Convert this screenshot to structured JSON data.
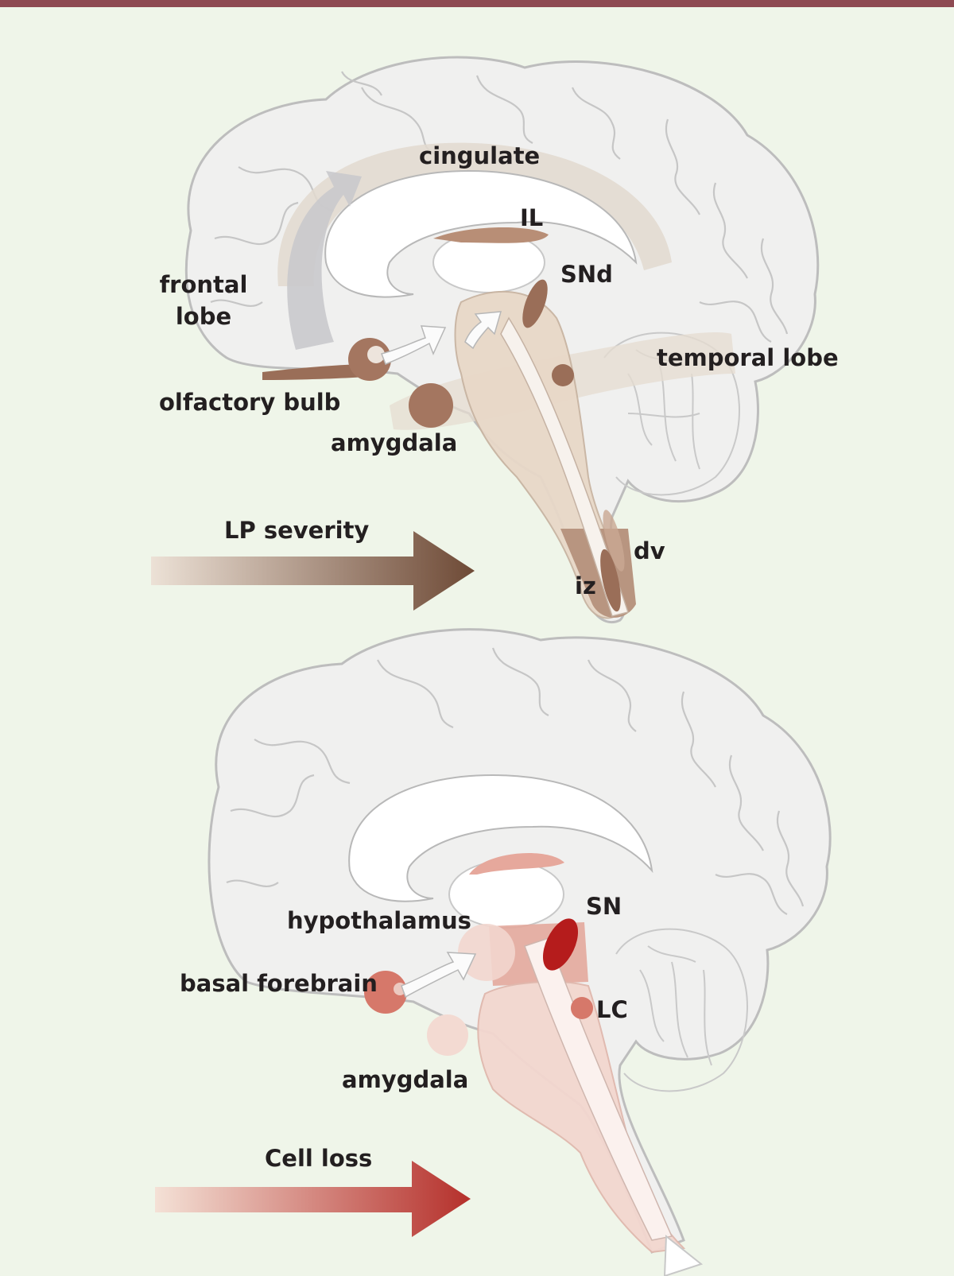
{
  "top_panel": {
    "labels": {
      "cingulate": "cingulate",
      "il": "IL",
      "snd": "SNd",
      "frontal_lobe_line1": "frontal",
      "frontal_lobe_line2": "lobe",
      "temporal_lobe": "temporal lobe",
      "olfactory_bulb": "olfactory bulb",
      "amygdala": "amygdala",
      "dv": "dv",
      "iz": "iz"
    },
    "gradient_arrow": {
      "label": "LP severity",
      "color_start": "#eadbd0",
      "color_end": "#6e4a36"
    }
  },
  "bottom_panel": {
    "labels": {
      "sn": "SN",
      "hypothalamus": "hypothalamus",
      "basal_forebrain": "basal forebrain",
      "lc": "LC",
      "amygdala": "amygdala"
    },
    "gradient_arrow": {
      "label": "Cell loss",
      "color_start": "#f3dcd2",
      "color_end": "#b5302b"
    }
  },
  "colors": {
    "top_bar": "#8e4a52",
    "background": "#eff5e9",
    "brain_fill": "#f0f0ef",
    "brain_outline": "#bdbdbd",
    "lp_region": "#9a6e58",
    "cell_loss_region": "#c9705f",
    "sn_dark": "#b51c1c"
  }
}
